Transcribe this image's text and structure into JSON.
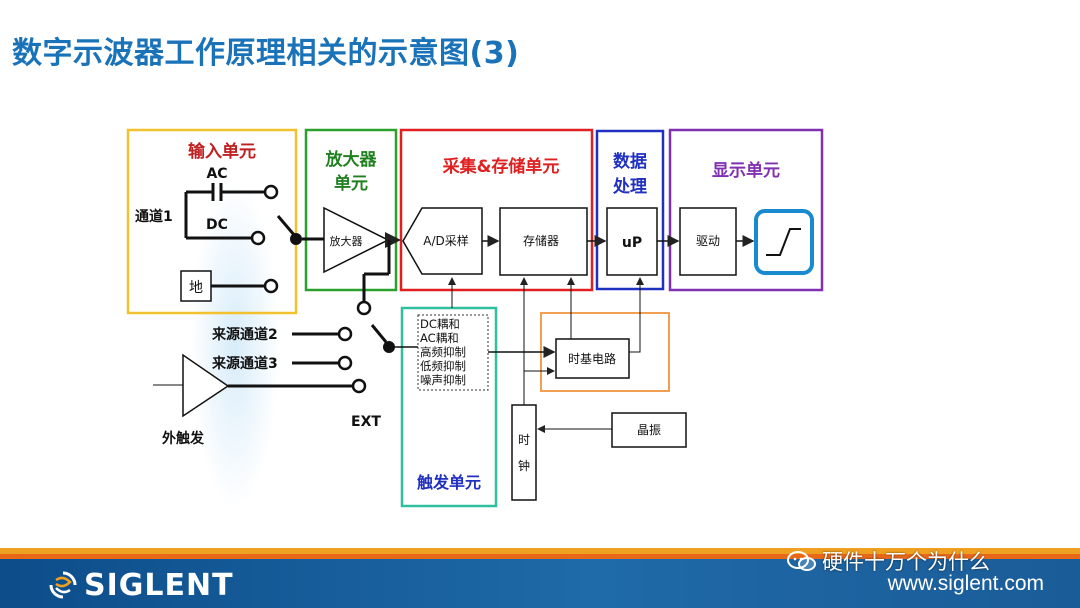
{
  "title": "数字示波器工作原理相关的示意图(3)",
  "blocks": {
    "input": {
      "title": "输入单元",
      "ac": "AC",
      "dc": "DC",
      "channel": "通道1",
      "ground": "地"
    },
    "amp": {
      "title_line1": "放大器",
      "title_line2": "单元",
      "box_label": "放大器"
    },
    "acq": {
      "title": "采集&存储单元",
      "adc": "A/D采样",
      "memory": "存储器"
    },
    "proc": {
      "title_line1": "数据",
      "title_line2": "处理",
      "up": "uP"
    },
    "display": {
      "title": "显示单元",
      "driver": "驱动"
    },
    "trigger": {
      "title": "触发单元",
      "options": [
        "DC耦和",
        "AC耦和",
        "高频抑制",
        "低频抑制",
        "噪声抑制"
      ]
    },
    "timebase": {
      "label": "时基电路"
    },
    "clock": {
      "line1": "时",
      "line2": "钟"
    },
    "crystal": {
      "label": "晶振"
    },
    "sources": {
      "ch2": "来源通道2",
      "ch3": "来源通道3",
      "ext": "EXT",
      "external": "外触发"
    }
  },
  "footer": {
    "brand": "SIGLENT",
    "url": "www.siglent.com",
    "watermark": "硬件十万个为什么"
  },
  "colors": {
    "title": "#1a73b8",
    "input_border": "#f2c12e",
    "amp_border": "#2ca02c",
    "acq_border": "#e02020",
    "proc_border": "#2030c0",
    "display_border": "#8030b0",
    "trigger_border": "#30c0a0",
    "timebase_border": "#f0a050",
    "input_title": "#c02020",
    "amp_title": "#208020",
    "acq_title": "#e02020",
    "proc_title": "#2030c0",
    "display_title": "#8030b0",
    "trigger_title": "#2030c0",
    "screen_icon": "#1a8ad0"
  }
}
